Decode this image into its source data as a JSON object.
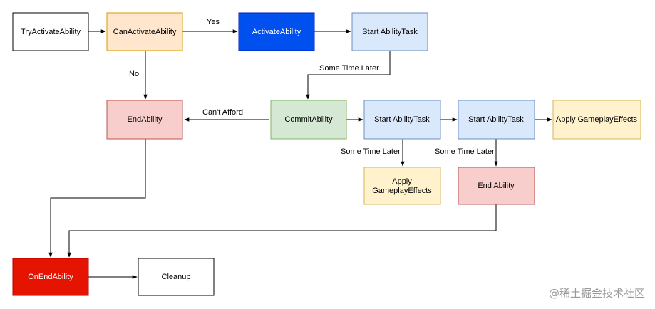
{
  "colors": {
    "white": "#ffffff",
    "orange_fill": "#ffe6cc",
    "orange_stroke": "#d79b00",
    "blue_fill": "#0050ef",
    "blue_stroke": "#001dbc",
    "lightblue_fill": "#dae8fc",
    "lightblue_stroke": "#6c8ebf",
    "red_fill": "#f8cecc",
    "red_stroke": "#b85450",
    "green_fill": "#d5e8d4",
    "green_stroke": "#82b366",
    "yellow_fill": "#fff2cc",
    "yellow_stroke": "#d6b656",
    "strongred_fill": "#e51400",
    "strongred_stroke": "#b20000",
    "black": "#000000"
  },
  "nodes": {
    "try_activate": {
      "label": "TryActivateAbility"
    },
    "can_activate": {
      "label": "CanActivateAbility"
    },
    "activate": {
      "label": "ActivateAbility"
    },
    "start_task_1": {
      "label": "Start AbilityTask"
    },
    "end_ability_1": {
      "label": "EndAbility"
    },
    "commit": {
      "label": "CommitAbility"
    },
    "start_task_2": {
      "label": "Start AbilityTask"
    },
    "start_task_3": {
      "label": "Start AbilityTask"
    },
    "apply_effects_1": {
      "label": "Apply GameplayEffects"
    },
    "apply_effects_2": {
      "label_line1": "Apply",
      "label_line2": "GameplayEffects"
    },
    "end_ability_2": {
      "label": "End Ability"
    },
    "on_end": {
      "label": "OnEndAbility"
    },
    "cleanup": {
      "label": "Cleanup"
    }
  },
  "edges": {
    "yes": "Yes",
    "no": "No",
    "some_time_later_1": "Some Time Later",
    "cant_afford": "Can't Afford",
    "some_time_later_2": "Some Time Later",
    "some_time_later_3": "Some Time Later"
  },
  "watermark": "@稀土掘金技术社区"
}
